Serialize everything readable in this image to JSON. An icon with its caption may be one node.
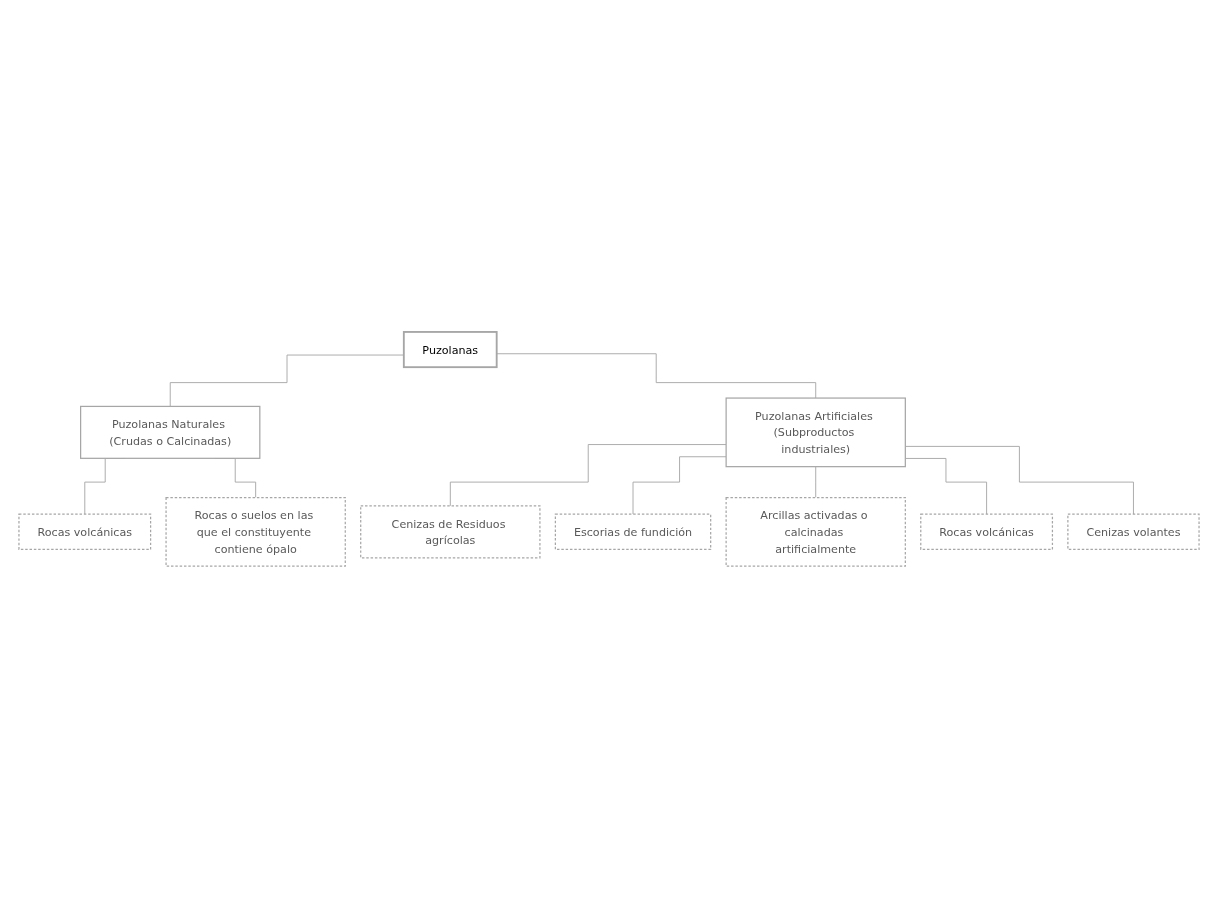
{
  "diagram": {
    "nodes": [
      {
        "text": [
          "Puzolanas"
        ]
      },
      {
        "text": [
          "Puzolanas Naturales (Crudas o Calcinadas)"
        ]
      },
      {
        "text": [
          "Puzolanas Artificiales (Subproductos industriales)"
        ]
      },
      {
        "text": [
          "Rocas volcánicas"
        ]
      },
      {
        "text": [
          "Rocas o suelos en las que el constituyente contiene ópalo"
        ]
      },
      {
        "text": [
          "Cenizas de Residuos agrícolas"
        ]
      },
      {
        "text": [
          "Escorias de fundición"
        ]
      },
      {
        "text": [
          "Arcillas activadas o calcinadas artificialmente"
        ]
      },
      {
        "text": [
          "Rocas volcánicas"
        ]
      },
      {
        "text": [
          "Cenizas volantes"
        ]
      }
    ],
    "edges": [
      {
        "from": 0,
        "to": 1,
        "arrow": "none"
      },
      {
        "from": 0,
        "to": 2,
        "arrow": "none"
      },
      {
        "from": 1,
        "to": 3,
        "arrow": "none"
      },
      {
        "from": 1,
        "to": 4,
        "arrow": "none"
      },
      {
        "from": 2,
        "to": 5,
        "arrow": "none"
      },
      {
        "from": 2,
        "to": 6,
        "arrow": "none"
      },
      {
        "from": 2,
        "to": 7,
        "arrow": "none"
      },
      {
        "from": 2,
        "to": 8,
        "arrow": "none"
      },
      {
        "from": 2,
        "to": 9,
        "arrow": "none"
      }
    ]
  }
}
